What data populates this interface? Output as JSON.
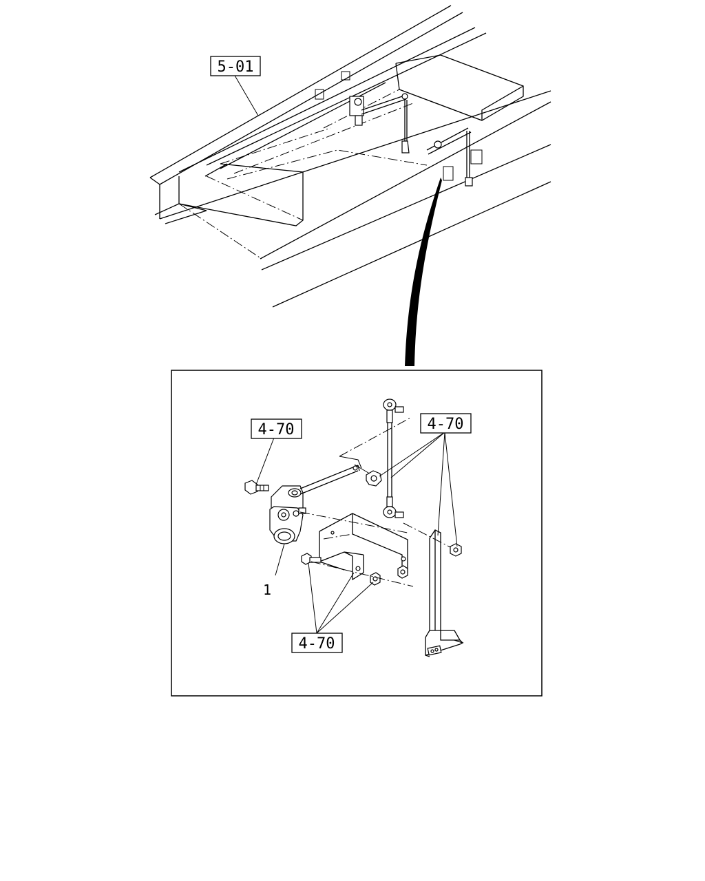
{
  "labels": {
    "frame_ref": "5-01",
    "ref_left_valve": "4-70",
    "ref_right_rod": "4-70",
    "ref_bottom_bracket": "4-70",
    "part_number": "1"
  }
}
